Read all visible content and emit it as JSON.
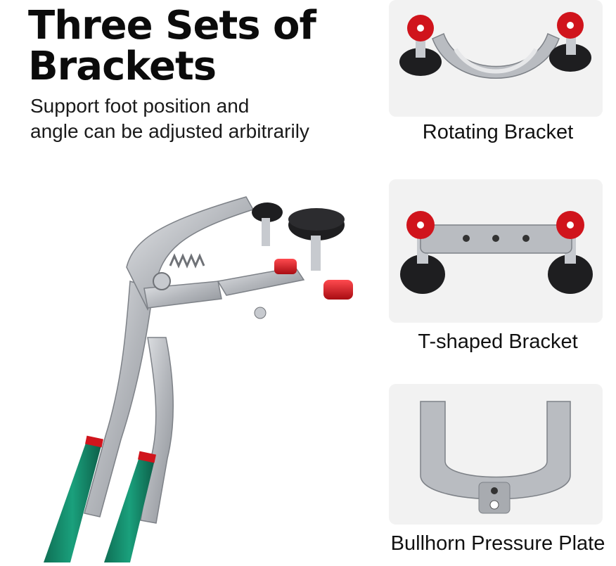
{
  "header": {
    "title_line1": "Three Sets of",
    "title_line2": "Brackets",
    "subtitle_line1": "Support foot position and",
    "subtitle_line2": "angle can be adjusted arbitrarily"
  },
  "products": [
    {
      "caption": "Rotating Bracket"
    },
    {
      "caption": "T-shaped Bracket"
    },
    {
      "caption": "Bullhorn Pressure Plate"
    }
  ],
  "colors": {
    "accent_red": "#d0141c",
    "handle_green": "#138a6a",
    "steel": "#b9bcc1",
    "rubber_black": "#1e1e20",
    "card_bg": "#f2f2f2"
  }
}
